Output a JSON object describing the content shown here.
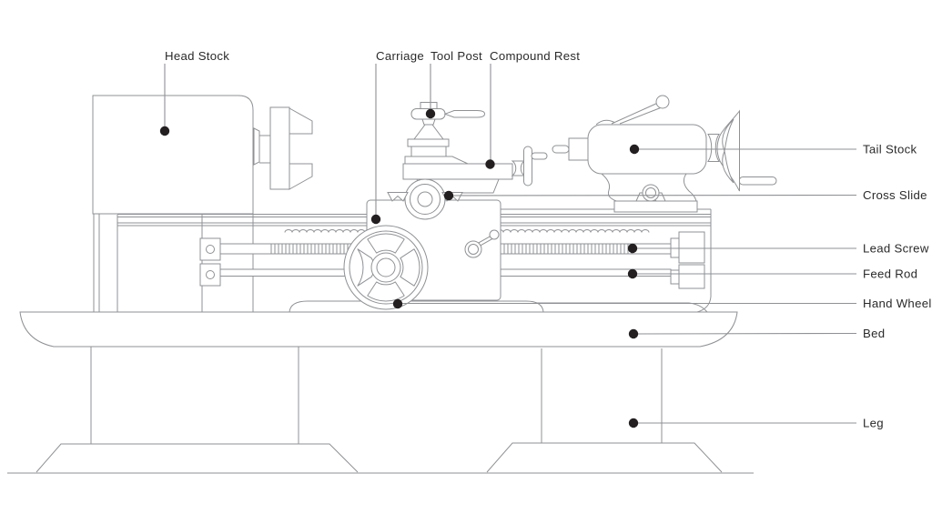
{
  "labels": {
    "head_stock": "Head Stock",
    "carriage": "Carriage",
    "tool_post": "Tool Post",
    "compound_rest": "Compound Rest",
    "tail_stock": "Tail Stock",
    "cross_slide": "Cross Slide",
    "lead_screw": "Lead Screw",
    "feed_rod": "Feed Rod",
    "hand_wheel": "Hand Wheel",
    "bed": "Bed",
    "leg": "Leg"
  },
  "colors": {
    "line": "#8f9194",
    "ink": "#2b2a2b",
    "dot": "#231f20",
    "background": "#ffffff"
  }
}
